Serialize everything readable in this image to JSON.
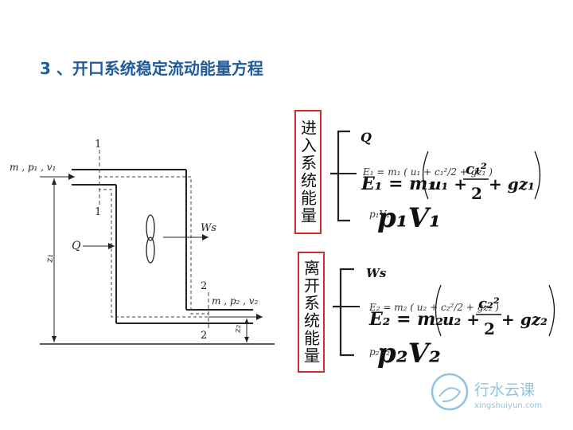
{
  "title": "3 、开口系统稳定流动能量方程",
  "diagram": {
    "inlet_label": "m , p₁ , v₁",
    "outlet_label": "m , p₂ , v₂",
    "section1_top": "1",
    "section1_bottom": "1",
    "section2_top": "2",
    "section2_bottom": "2",
    "work_label": "Ws",
    "heat_label": "Q",
    "z1_label": "z₁",
    "z2_label": "z₂"
  },
  "enter": {
    "label": "进入系统能量",
    "items": {
      "q": "Q",
      "e1_small": "E₁ = m₁ ( u₁ + c₁²/2 + gz₁ )",
      "pv_small": "p₁V₁",
      "e1_big_lhs": "E₁ = m₁",
      "e1_big_u": "u₁ +",
      "e1_big_c": "c₁²",
      "e1_big_den": "2",
      "e1_big_gz": "+ gz₁",
      "pv_big": "p₁V₁"
    }
  },
  "leave": {
    "label": "离开系统能量",
    "items": {
      "ws": "Ws",
      "e2_small": "E₂ = m₂ ( u₂ + c₂²/2 + gz₂ )",
      "pv_small": "p₂V₂",
      "e2_big_lhs": "E₂ = m₂",
      "e2_big_u": "u₂ +",
      "e2_big_c": "c₂²",
      "e2_big_den": "2",
      "e2_big_gz": "+ gz₂",
      "pv_big": "p₂V₂"
    }
  },
  "watermark": {
    "name": "行水云课",
    "url": "xingshuiyun.com"
  },
  "colors": {
    "title": "#1f5c99",
    "label_border": "#d12c2c",
    "watermark": "#7fb9d8"
  }
}
